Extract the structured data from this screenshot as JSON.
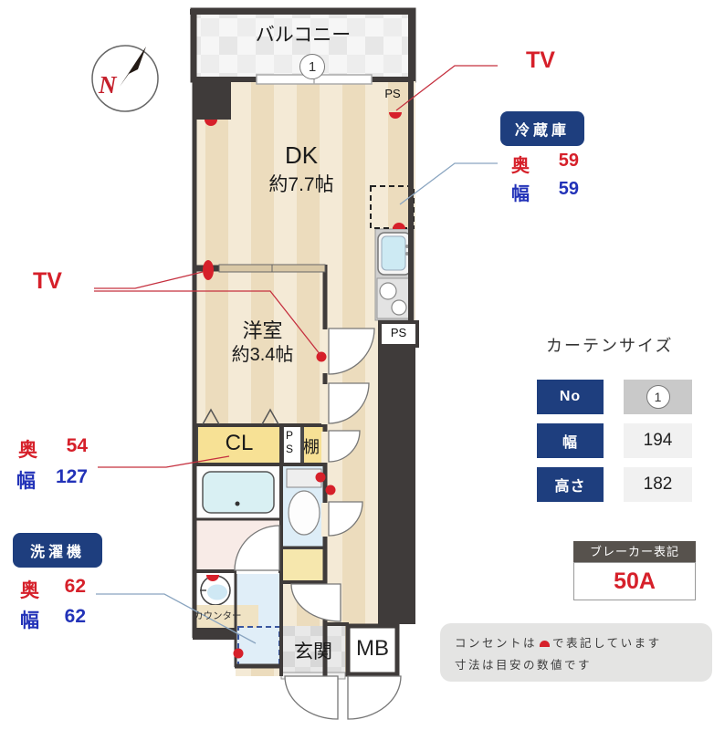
{
  "compass": {
    "north": "N"
  },
  "plan": {
    "balcony_label": "バルコニー",
    "balcony_no": "1",
    "ps_top": "PS",
    "ps_kitchen": "PS",
    "ps_closet": "PS",
    "dk_name": "DK",
    "dk_size": "約7.7帖",
    "west_room_name": "洋室",
    "west_room_size": "約3.4帖",
    "closet_label": "CL",
    "shelf_label": "棚",
    "counter_label": "カウンター",
    "entrance_label": "玄関",
    "meter_box_label": "MB"
  },
  "annotations": {
    "tv_left": "TV",
    "tv_right": "TV",
    "fridge": {
      "title": "冷蔵庫",
      "depth_label": "奥",
      "depth": "59",
      "width_label": "幅",
      "width": "59"
    },
    "closet_dims": {
      "depth_label": "奥",
      "depth": "54",
      "width_label": "幅",
      "width": "127"
    },
    "washer": {
      "title": "洗濯機",
      "depth_label": "奥",
      "depth": "62",
      "width_label": "幅",
      "width": "62"
    }
  },
  "curtain": {
    "title": "カーテンサイズ",
    "rows": [
      {
        "label": "No",
        "value": "1"
      },
      {
        "label": "幅",
        "value": "194"
      },
      {
        "label": "高さ",
        "value": "182"
      }
    ]
  },
  "breaker": {
    "title": "ブレーカー表記",
    "value": "50A"
  },
  "note": {
    "line1_pre": "コンセントは",
    "line1_post": "で表記しています",
    "line2": "寸法は目安の数値です"
  },
  "colors": {
    "wall": "#3f3b3a",
    "accent_navy": "#1e3e7e",
    "red": "#d6202a",
    "blue": "#2232b8",
    "floor_light": "#f4ead6",
    "floor_dark": "#ecdcbd"
  }
}
